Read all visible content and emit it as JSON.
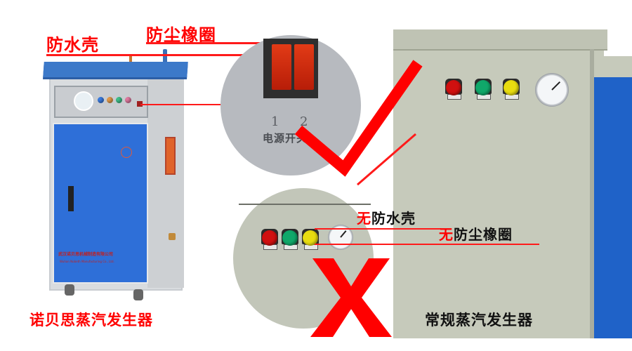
{
  "labels": {
    "waterproof_shell": "防水壳",
    "dustproof_ring": "防尘橡圈",
    "switch_numbers": [
      "1",
      "2"
    ],
    "power_switch": "电源开关",
    "no_prefix": "无",
    "no_waterproof_shell": "防水壳",
    "no_dustproof_ring": "防尘橡圈",
    "left_product": "诺贝思蒸汽发生器",
    "right_product": "常规蒸汽发生器",
    "manufacturer_plate_cn": "武汉诺贝思机械制造有限公司",
    "manufacturer_plate_en": "Wuhan Nobeth Manufacturing Co., Ltd."
  },
  "marks": {
    "check": "✓",
    "cross": "X"
  },
  "colors": {
    "accent_red": "#ff0000",
    "generator_blue": "#2e6fd8",
    "cabinet_gray": "#c6cabb",
    "lamp_red": "#d01010",
    "lamp_green": "#10a86a",
    "lamp_yellow": "#e8dc10"
  },
  "indicators": {
    "left_panel_lamps": [
      "blue",
      "orange",
      "green",
      "pink"
    ],
    "right_panel_lamps": [
      "red",
      "green",
      "yellow"
    ],
    "inset_lamps": [
      "red",
      "green",
      "yellow"
    ]
  }
}
